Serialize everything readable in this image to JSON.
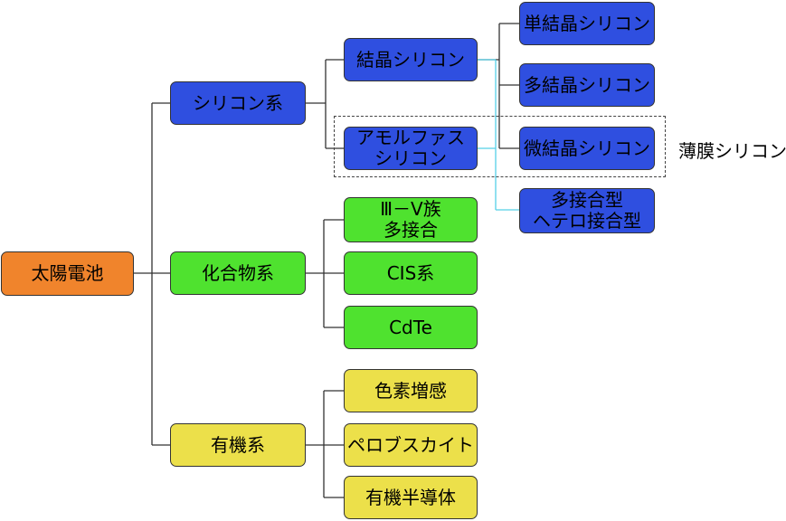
{
  "root": {
    "label": "太陽電池",
    "color": "#f0842c"
  },
  "categories": {
    "silicon": {
      "label": "シリコン系",
      "color": "#2f4fe0"
    },
    "compound": {
      "label": "化合物系",
      "color": "#4fe22f"
    },
    "organic": {
      "label": "有機系",
      "color": "#ece04a"
    }
  },
  "silicon_children": {
    "crystalline": "結晶シリコン",
    "amorphous": "アモルファス\nシリコン"
  },
  "crystalline_children": {
    "single": "単結晶シリコン",
    "poly": "多結晶シリコン",
    "micro": "微結晶シリコン"
  },
  "multi_junction": "多接合型\nヘテロ接合型",
  "thin_film_label": "薄膜シリコン",
  "compound_children": {
    "iii_v": "Ⅲ－Ⅴ族\n多接合",
    "cis": "CIS系",
    "cdte": "CdTe"
  },
  "organic_children": {
    "dye": "色素増感",
    "perovskite": "ペロブスカイト",
    "semiconductor": "有機半導体"
  },
  "connector_color": "#333333",
  "highlight_connector_color": "#55d0e8"
}
